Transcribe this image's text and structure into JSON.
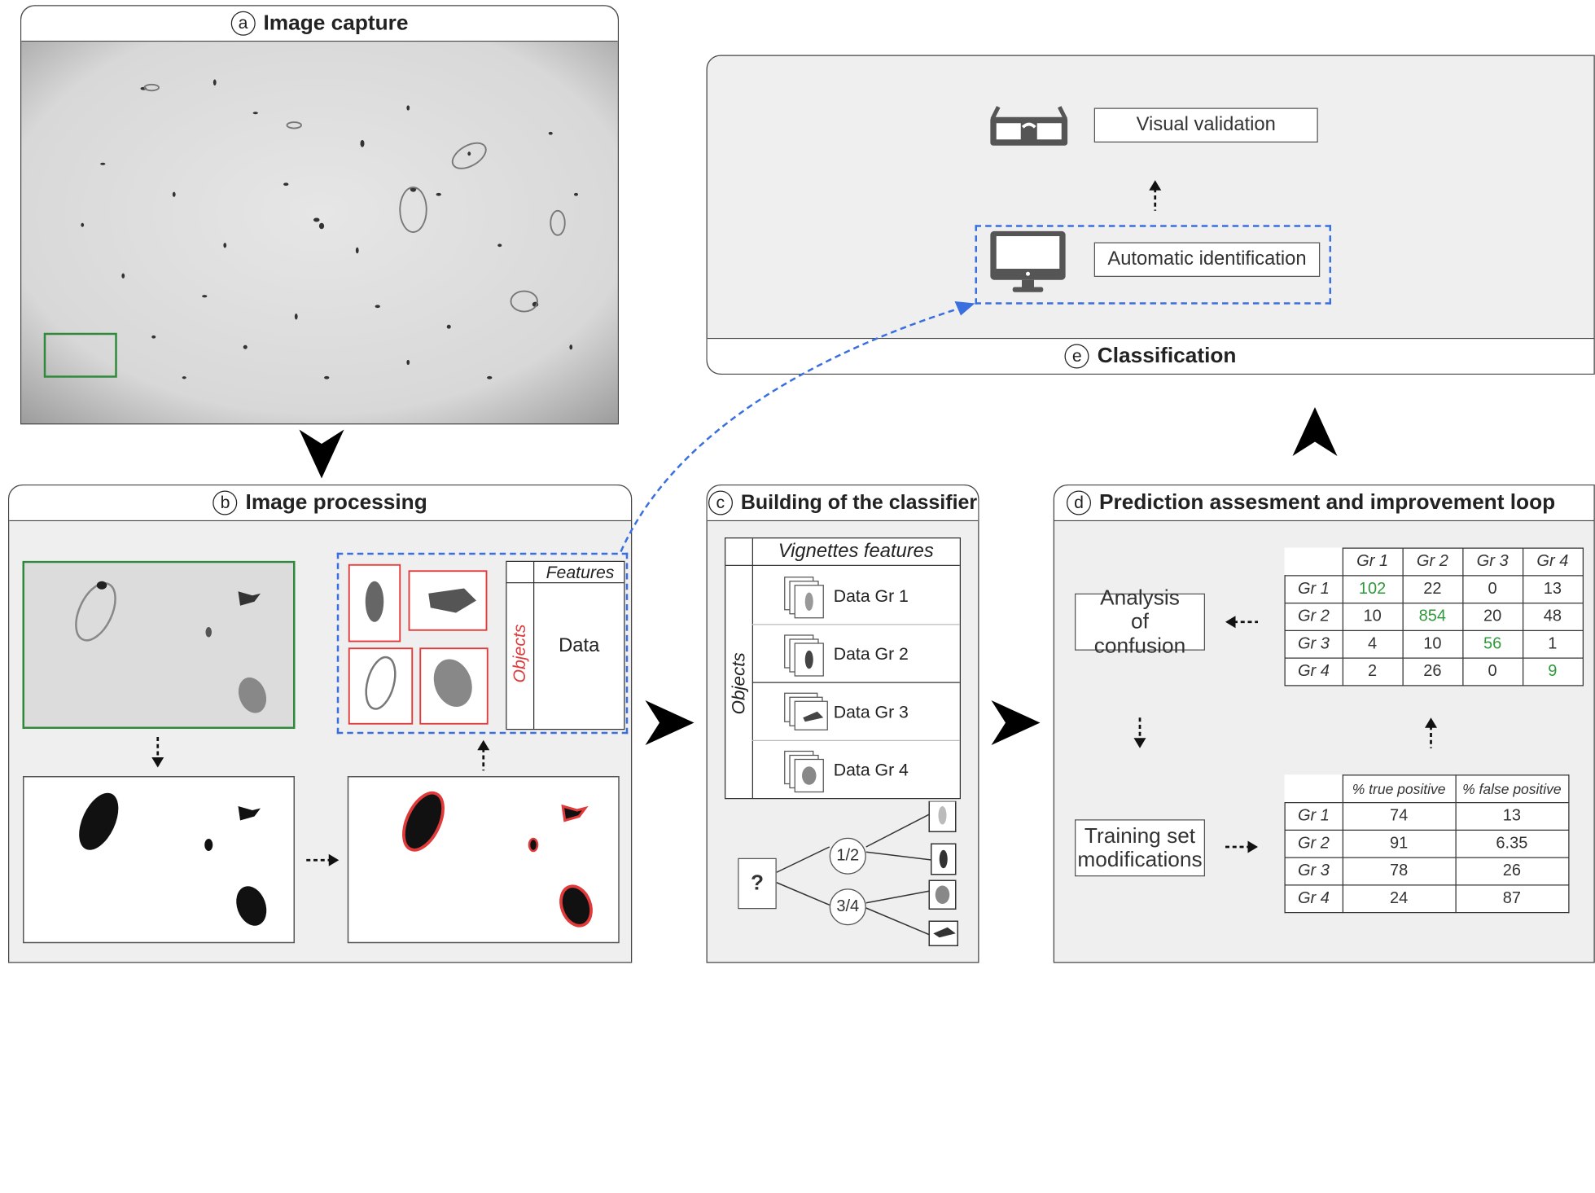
{
  "panels": {
    "a": {
      "letter": "a",
      "title": "Image capture"
    },
    "b": {
      "letter": "b",
      "title": "Image processing"
    },
    "c": {
      "letter": "c",
      "title": "Building of the classifier"
    },
    "d": {
      "letter": "d",
      "title": "Prediction assesment and improvement loop"
    },
    "e": {
      "letter": "e",
      "title": "Classification"
    }
  },
  "processing": {
    "features_label": "Features",
    "objects_label": "Objects",
    "data_label": "Data"
  },
  "classifier": {
    "vignettes_label": "Vignettes features",
    "objects_label": "Objects",
    "groups": [
      "Data Gr 1",
      "Data Gr 2",
      "Data Gr 3",
      "Data Gr 4"
    ],
    "tree_root": "?",
    "tree_nodes": [
      "1/2",
      "3/4"
    ]
  },
  "loop": {
    "analysis_label": "Analysis of confusion",
    "training_label": "Training set modifications",
    "confusion": {
      "columns": [
        "Gr 1",
        "Gr 2",
        "Gr 3",
        "Gr 4"
      ],
      "rows": [
        {
          "label": "Gr 1",
          "values": [
            "102",
            "22",
            "0",
            "13"
          ]
        },
        {
          "label": "Gr 2",
          "values": [
            "10",
            "854",
            "20",
            "48"
          ]
        },
        {
          "label": "Gr 3",
          "values": [
            "4",
            "10",
            "56",
            "1"
          ]
        },
        {
          "label": "Gr 4",
          "values": [
            "2",
            "26",
            "0",
            "9"
          ]
        }
      ]
    },
    "rates": {
      "columns": [
        "% true positive",
        "% false positive"
      ],
      "rows": [
        {
          "label": "Gr 1",
          "values": [
            "74",
            "13"
          ]
        },
        {
          "label": "Gr 2",
          "values": [
            "91",
            "6.35"
          ]
        },
        {
          "label": "Gr 3",
          "values": [
            "78",
            "26"
          ]
        },
        {
          "label": "Gr 4",
          "values": [
            "24",
            "87"
          ]
        }
      ]
    }
  },
  "classification": {
    "visual_label": "Visual validation",
    "auto_label": "Automatic identification"
  },
  "icons": [
    "glasses-icon",
    "monitor-icon"
  ],
  "colors": {
    "green": "#2e9a3a",
    "red": "#e03a3a",
    "blue_dash": "#3a6fe0",
    "panel_bg": "#efefef"
  }
}
